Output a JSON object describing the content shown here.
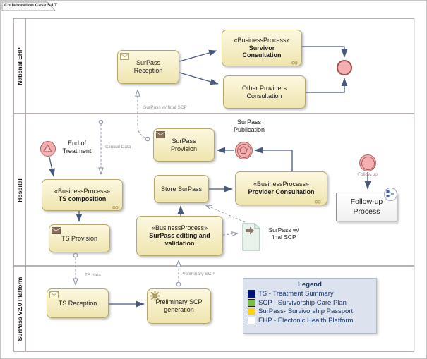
{
  "title_tab": "Collaboration Case S-LT",
  "lanes": [
    {
      "label": "National EHP"
    },
    {
      "label": "Hospital"
    },
    {
      "label": "SurPass V2.0 Platform"
    }
  ],
  "nodes": {
    "surpass_reception": {
      "lines": [
        "SurPass",
        "Reception"
      ]
    },
    "survivor_consultation": {
      "stereotype": "«BusinessProcess»",
      "lines": [
        "Survivor",
        "Consultation"
      ],
      "loop_marker": "∞"
    },
    "other_providers_consultation": {
      "lines": [
        "Other Providers",
        "Consultation"
      ]
    },
    "surpass_provision": {
      "lines": [
        "SurPass",
        "Provision"
      ]
    },
    "ts_composition": {
      "stereotype": "«BusinessProcess»",
      "lines": [
        "TS composition"
      ],
      "loop_marker": "∞"
    },
    "ts_provision": {
      "lines": [
        "TS Provision"
      ]
    },
    "store_surpass": {
      "lines": [
        "Store SurPass"
      ]
    },
    "provider_consultation": {
      "stereotype": "«BusinessProcess»",
      "lines": [
        "Provider Consultation"
      ],
      "loop_marker": "∞"
    },
    "surpass_editing": {
      "stereotype": "«BusinessProcess»",
      "lines": [
        "SurPass editing and",
        "validation"
      ]
    },
    "followup_process": {
      "lines": [
        "Follow-up",
        "Process"
      ]
    },
    "ts_reception": {
      "lines": [
        "TS Reception"
      ]
    },
    "prelim_scp_generation": {
      "lines": [
        "Preliminary SCP",
        "generation"
      ]
    }
  },
  "events": {
    "end_of_treatment": {
      "label": "End of Treatment"
    },
    "surpass_publication": {
      "label": "SurPass Publication"
    },
    "follow_up": {
      "label": "Follow up"
    }
  },
  "data_object": {
    "label": "SurPass w/ final SCP"
  },
  "flow_labels": {
    "surpass_final_scp": "SurPass w/ final SCP",
    "clinical_data": "Clinical Data",
    "ts_data": "TS data",
    "preliminary_scp": "Preliminary SCP"
  },
  "legend": {
    "title": "Legend",
    "items": [
      {
        "color": "#001379",
        "label": "TS - Treatment Summary"
      },
      {
        "color": "#76c043",
        "label": "SCP - Survivorship Care Plan"
      },
      {
        "color": "#ffd400",
        "label": "SurPass- Survivorship Passport"
      },
      {
        "color": "#ffffff",
        "label": "EHP - Electonic Health Platform"
      }
    ]
  },
  "colors": {
    "task_fill": "#f9f3d4",
    "task_border": "#b4a76b",
    "sequence_flow": "#46597d",
    "message_flow": "#8e96aa",
    "event_fill": "#f4b0b0",
    "event_border": "#a85c5c",
    "legend_bg": "#dce3ef",
    "legend_text": "#17356b"
  }
}
